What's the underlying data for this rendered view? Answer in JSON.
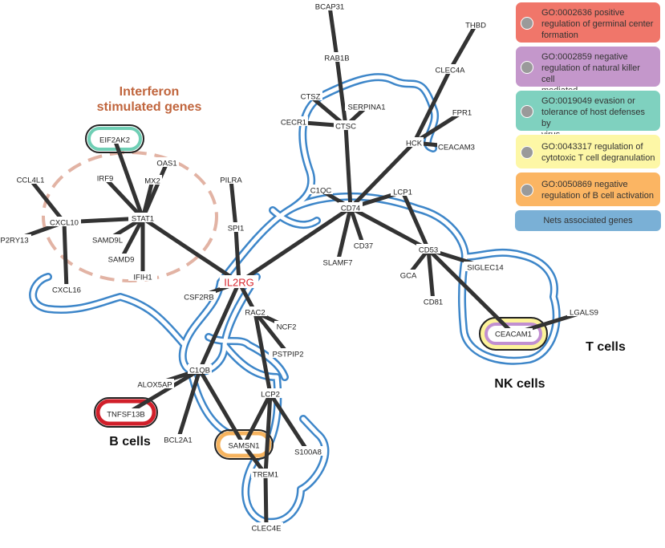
{
  "annotations": {
    "interferon": [
      "Interferon",
      "stimulated genes"
    ],
    "b_cells": "B cells",
    "nk_cells": "NK cells",
    "t_cells": "T cells"
  },
  "legend": [
    {
      "text": "GO:0002636 positive regulation of germinal center formation",
      "lines": [
        "GO:0002636 positive",
        "regulation of germinal center",
        "formation"
      ],
      "color": "#f0766a"
    },
    {
      "text": "GO:0002859 negative regulation of natural killer cell mediated",
      "lines": [
        "GO:0002859 negative",
        "regulation of natural killer cell",
        "mediated"
      ],
      "color": "#c497cb"
    },
    {
      "text": "GO:0019049 evasion or tolerance of host defenses by virus",
      "lines": [
        "GO:0019049 evasion or",
        "tolerance of host defenses by",
        "virus"
      ],
      "color": "#7fd1bf"
    },
    {
      "text": "GO:0043317 regulation of cytotoxic T cell degranulation",
      "lines": [
        "GO:0043317 regulation of",
        "cytotoxic T cell degranulation"
      ],
      "color": "#fdf7a6"
    },
    {
      "text": "GO:0050869 negative regulation of B cell activation",
      "lines": [
        "GO:0050869 negative",
        "regulation of B cell activation"
      ],
      "color": "#fbb563"
    }
  ],
  "legend_nets": {
    "text": "Nets associated genes",
    "color": "#7ab0d6"
  },
  "hub": "IL2RG",
  "nodes": [
    "BCAP31",
    "RAB1B",
    "THBD",
    "CLEC4A",
    "CTSZ",
    "SERPINA1",
    "CECR1",
    "CTSC",
    "FPR1",
    "HCK",
    "CEACAM3",
    "C1QC",
    "LCP1",
    "CD74",
    "CD37",
    "SLAMF7",
    "GCA",
    "CD53",
    "SIGLEC14",
    "CD81",
    "CEACAM1",
    "LGALS9",
    "EIF2AK2",
    "OAS1",
    "IRF9",
    "MX2",
    "STAT1",
    "CCL4L1",
    "CXCL10",
    "P2RY13",
    "SAMD9L",
    "SAMD9",
    "IFIH1",
    "PILRA",
    "SPI1",
    "CXCL16",
    "CSF2RB",
    "RAC2",
    "NCF2",
    "PSTPIP2",
    "ALOX5AP",
    "C1QB",
    "TNFSF13B",
    "BCL2A1",
    "SAMSN1",
    "LCP2",
    "S100A8",
    "TREM1",
    "CLEC4E"
  ],
  "highlighted_nodes": {
    "green": "EIF2AK2",
    "red": "TNFSF13B",
    "orange": "SAMSN1",
    "purple_yellow": "CEACAM1"
  },
  "edges": [
    [
      "BCAP31",
      "RAB1B"
    ],
    [
      "RAB1B",
      "CTSC"
    ],
    [
      "THBD",
      "CLEC4A"
    ],
    [
      "CLEC4A",
      "HCK"
    ],
    [
      "CTSZ",
      "CTSC"
    ],
    [
      "SERPINA1",
      "CTSC"
    ],
    [
      "CECR1",
      "CTSC"
    ],
    [
      "FPR1",
      "HCK"
    ],
    [
      "HCK",
      "CEACAM3"
    ],
    [
      "CTSC",
      "CD74"
    ],
    [
      "HCK",
      "CD74"
    ],
    [
      "C1QC",
      "CD74"
    ],
    [
      "LCP1",
      "CD74"
    ],
    [
      "LCP1",
      "CD53"
    ],
    [
      "CD74",
      "CD37"
    ],
    [
      "CD74",
      "SLAMF7"
    ],
    [
      "CD74",
      "CD53"
    ],
    [
      "CD74",
      "IL2RG"
    ],
    [
      "CD53",
      "GCA"
    ],
    [
      "CD53",
      "SIGLEC14"
    ],
    [
      "CD53",
      "CD81"
    ],
    [
      "CD53",
      "CEACAM1"
    ],
    [
      "CEACAM1",
      "LGALS9"
    ],
    [
      "EIF2AK2",
      "STAT1"
    ],
    [
      "OAS1",
      "STAT1"
    ],
    [
      "IRF9",
      "STAT1"
    ],
    [
      "MX2",
      "STAT1"
    ],
    [
      "STAT1",
      "CXCL10"
    ],
    [
      "STAT1",
      "SAMD9L"
    ],
    [
      "STAT1",
      "SAMD9"
    ],
    [
      "STAT1",
      "IFIH1"
    ],
    [
      "STAT1",
      "IL2RG"
    ],
    [
      "CCL4L1",
      "CXCL10"
    ],
    [
      "P2RY13",
      "CXCL10"
    ],
    [
      "CXCL10",
      "CXCL16"
    ],
    [
      "PILRA",
      "SPI1"
    ],
    [
      "SPI1",
      "IL2RG"
    ],
    [
      "IL2RG",
      "CSF2RB"
    ],
    [
      "IL2RG",
      "RAC2"
    ],
    [
      "IL2RG",
      "C1QB"
    ],
    [
      "RAC2",
      "NCF2"
    ],
    [
      "RAC2",
      "PSTPIP2"
    ],
    [
      "RAC2",
      "LCP2"
    ],
    [
      "C1QB",
      "ALOX5AP"
    ],
    [
      "C1QB",
      "TNFSF13B"
    ],
    [
      "C1QB",
      "BCL2A1"
    ],
    [
      "C1QB",
      "SAMSN1"
    ],
    [
      "LCP2",
      "SAMSN1"
    ],
    [
      "LCP2",
      "S100A8"
    ],
    [
      "LCP2",
      "TREM1"
    ],
    [
      "TREM1",
      "SAMSN1"
    ],
    [
      "TREM1",
      "CLEC4E"
    ]
  ],
  "colors": {
    "edge": "#333333",
    "net_outline": "#3d86c9",
    "hub_text": "#d8262e",
    "ifn_circle": "#e2b3a4",
    "ifn_text": "#c0653d",
    "ring_green": "#6fcfb5",
    "ring_red": "#d11f2a",
    "ring_orange": "#f6b35e",
    "ring_purple": "#c18fd1",
    "ring_yellow": "#fdf39a"
  }
}
